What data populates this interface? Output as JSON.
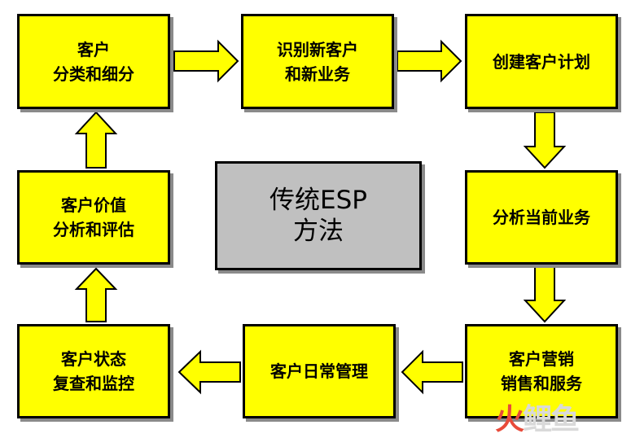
{
  "diagram": {
    "center": "传统ESP\n方法",
    "steps": [
      "客户\n分类和细分",
      "识别新客户\n和新业务",
      "创建客户计划",
      "分析当前业务",
      "客户营销\n销售和服务",
      "客户日常管理",
      "客户状态\n复查和监控",
      "客户价值\n分析和评估"
    ],
    "colors": {
      "box_fill": "#ffff00",
      "center_fill": "#c0c0c0",
      "border": "#000000",
      "arrow_fill": "#ffff00"
    }
  },
  "watermark": {
    "part1": "火",
    "part2": "鲤鱼"
  }
}
